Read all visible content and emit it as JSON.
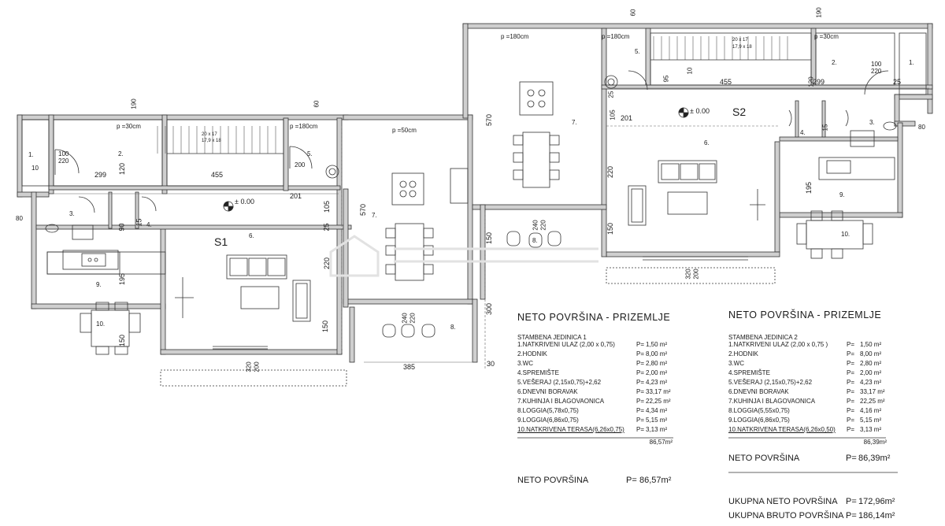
{
  "units": {
    "unit1": "S1",
    "unit2": "S2"
  },
  "levels": {
    "l1": "± 0.00",
    "l2": "± 0.00"
  },
  "room_numbers": {
    "r1_1": "1.",
    "r1_2": "2.",
    "r1_3": "3.",
    "r1_4": "4.",
    "r1_5": "5.",
    "r1_6": "6.",
    "r1_7": "7.",
    "r1_8": "8.",
    "r1_9": "9.",
    "r1_10": "10.",
    "r2_1": "1.",
    "r2_2": "2.",
    "r2_3": "3.",
    "r2_4": "4.",
    "r2_5": "5.",
    "r2_6": "6.",
    "r2_7": "7.",
    "r2_8": "8.",
    "r2_9": "9.",
    "r2_10": "10."
  },
  "dimensions": {
    "d299a": "299",
    "d455a": "455",
    "d201a": "201",
    "d570a": "570",
    "d220a": "220",
    "d195a": "195",
    "d150a": "150",
    "d150b": "150",
    "d300a": "300",
    "d385": "385",
    "d30": "30",
    "d120a": "120",
    "d105a": "105",
    "d25a": "25",
    "d90a": "90",
    "d15a": "15",
    "d10a": "10",
    "d100a": "100",
    "d220b": "220",
    "d80a": "80",
    "d60a": "60",
    "d190a": "190",
    "d200a": "200",
    "d320a": "320",
    "d200b": "200",
    "d240a": "240",
    "d220c": "220",
    "d299b": "299",
    "d455b": "455",
    "d201b": "201",
    "d570b": "570",
    "d220d": "220",
    "d195b": "195",
    "d150c": "150",
    "d150d": "150",
    "d320b": "320",
    "d200c": "200",
    "d25b": "25",
    "d25c": "25",
    "d120b": "120",
    "d105b": "105",
    "d95": "95",
    "d10b": "10",
    "d15b": "15",
    "d100b": "100",
    "d220e": "220",
    "d80b": "80",
    "d60b": "60",
    "d190b": "190",
    "d240b": "240",
    "d220f": "220"
  },
  "annotations": {
    "p30a": "p =30cm",
    "p180a": "p =180cm",
    "p30b": "p =50cm",
    "p180b": "p =180cm",
    "p30c": "p =30cm",
    "p180c": "p =180cm",
    "stair1": "20 x 17",
    "stair1b": "17,9 x 18",
    "stair2": "20 x 17",
    "stair2b": "17,9 x 18"
  },
  "table1": {
    "title": "NETO POVRŠINA - PRIZEMLJE",
    "subtitle": "STAMBENA JEDINICA 1",
    "rows": [
      {
        "name": "1.NATKRIVENI ULAZ (2,00 x 0,75)",
        "p": "P=",
        "val": "1,50 m²"
      },
      {
        "name": "2.HODNIK",
        "p": "P=",
        "val": "8,00 m²"
      },
      {
        "name": "3.WC",
        "p": "P=",
        "val": "2,80 m²"
      },
      {
        "name": "4.SPREMIŠTE",
        "p": "P=",
        "val": "2,00 m²"
      },
      {
        "name": "5.VEŠERAJ (2,15x0,75)+2,62",
        "p": "P=",
        "val": "4,23 m²"
      },
      {
        "name": "6.DNEVNI BORAVAK",
        "p": "P=",
        "val": "33,17 m²"
      },
      {
        "name": "7.KUHINJA I BLAGOVAONICA",
        "p": "P=",
        "val": "22,25 m²"
      },
      {
        "name": "8.LOGGIA(5,78x0,75)",
        "p": "P=",
        "val": "4,34 m²"
      },
      {
        "name": "9.LOGGIA(6,86x0,75)",
        "p": "P=",
        "val": "5,15 m²"
      },
      {
        "name": "10.NATKRIVENA TERASA(6,26x0,75)",
        "p": "P=",
        "val": "3,13 m²"
      }
    ],
    "subtotal": "86,57m²",
    "total_label": "NETO POVRŠINA",
    "total_p": "P=",
    "total_val": "86,57m²"
  },
  "table2": {
    "title": "NETO POVRŠINA - PRIZEMLJE",
    "subtitle": "STAMBENA JEDINICA 2",
    "rows": [
      {
        "name": "1.NATKRIVENI ULAZ (2,00 x 0,75 )",
        "p": "P=",
        "val": "1,50 m²"
      },
      {
        "name": "2.HODNIK",
        "p": "P=",
        "val": "8,00 m²"
      },
      {
        "name": "3.WC",
        "p": "P=",
        "val": "2,80 m²"
      },
      {
        "name": "4.SPREMIŠTE",
        "p": "P=",
        "val": "2,00 m²"
      },
      {
        "name": "5.VEŠERAJ (2,15x0,75)+2,62",
        "p": "P=",
        "val": "4,23 m²"
      },
      {
        "name": "6.DNEVNI BORAVAK",
        "p": "P=",
        "val": "33,17 m²"
      },
      {
        "name": "7.KUHINJA I BLAGOVAONICA",
        "p": "P=",
        "val": "22,25 m²"
      },
      {
        "name": "8.LOGGIA(5,55x0,75)",
        "p": "P=",
        "val": "4,16 m²"
      },
      {
        "name": "9.LOGGIA(6,86x0,75)",
        "p": "P=",
        "val": "5,15 m²"
      },
      {
        "name": "10.NATKRIVENA TERASA(6,26x0,50)",
        "p": "P=",
        "val": "3,13 m²"
      }
    ],
    "subtotal": "86,39m²",
    "total_label": "NETO POVRŠINA",
    "total_p": "P=",
    "total_val": "86,39m²",
    "sum_net_label": "UKUPNA NETO POVRŠINA",
    "sum_net_p": "P=",
    "sum_net_val": "172,96m²",
    "sum_gross_label": "UKUPNA BRUTO POVRŠINA",
    "sum_gross_p": "P=",
    "sum_gross_val": "186,14m²"
  }
}
